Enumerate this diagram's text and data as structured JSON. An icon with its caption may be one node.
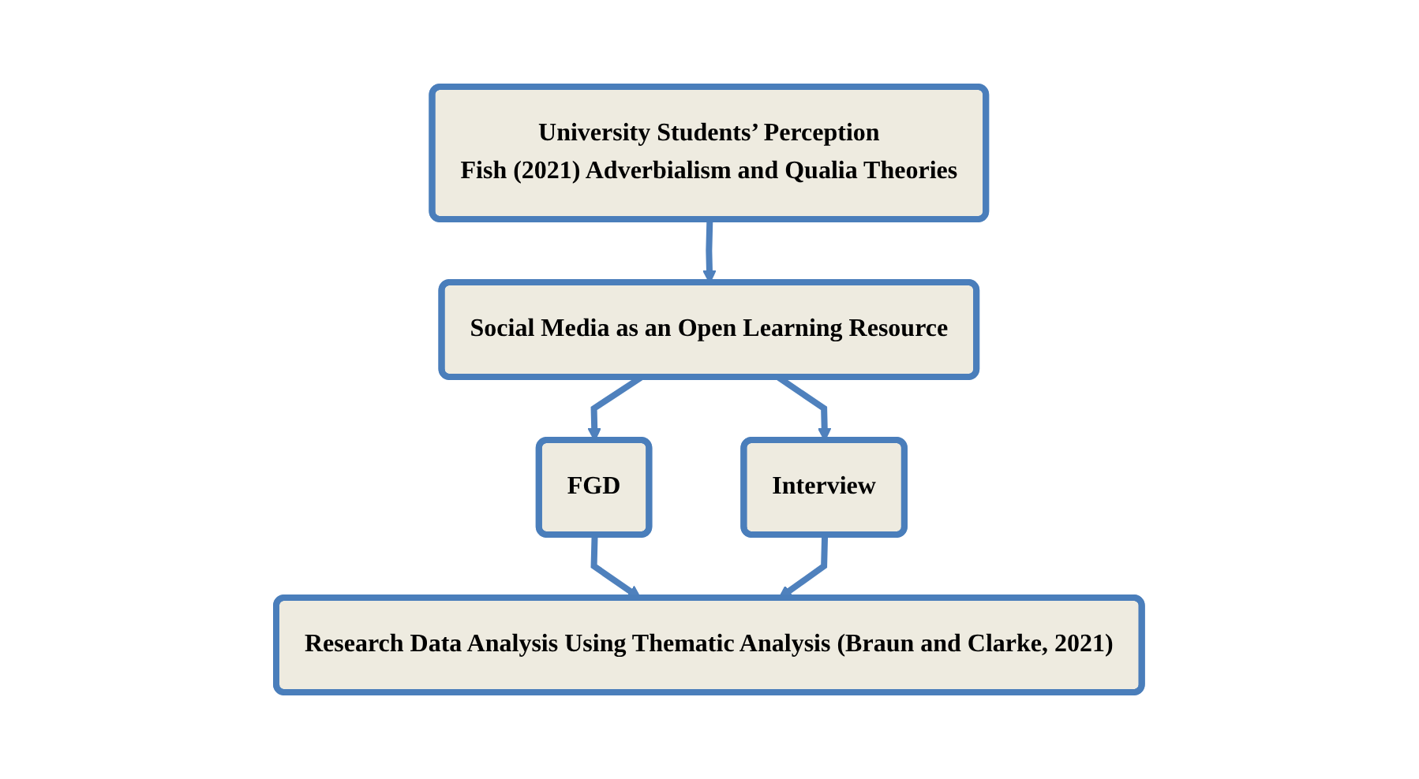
{
  "diagram": {
    "nodes": [
      {
        "text": [
          "University Students’ Perception",
          "Fish (2021) Adverbialism and Qualia Theories"
        ]
      },
      {
        "text": [
          "Social Media as an Open Learning Resource"
        ]
      },
      {
        "text": [
          "FGD"
        ]
      },
      {
        "text": [
          "Interview"
        ]
      },
      {
        "text": [
          "Research Data Analysis Using Thematic Analysis (Braun and Clarke, 2021)"
        ]
      }
    ],
    "edges": [
      {
        "from": 0,
        "to": 1,
        "arrow": "to"
      },
      {
        "from": 1,
        "to": 2,
        "arrow": "to"
      },
      {
        "from": 1,
        "to": 3,
        "arrow": "to"
      },
      {
        "from": 2,
        "to": 4,
        "arrow": "to"
      },
      {
        "from": 3,
        "to": 4,
        "arrow": "to"
      }
    ]
  }
}
